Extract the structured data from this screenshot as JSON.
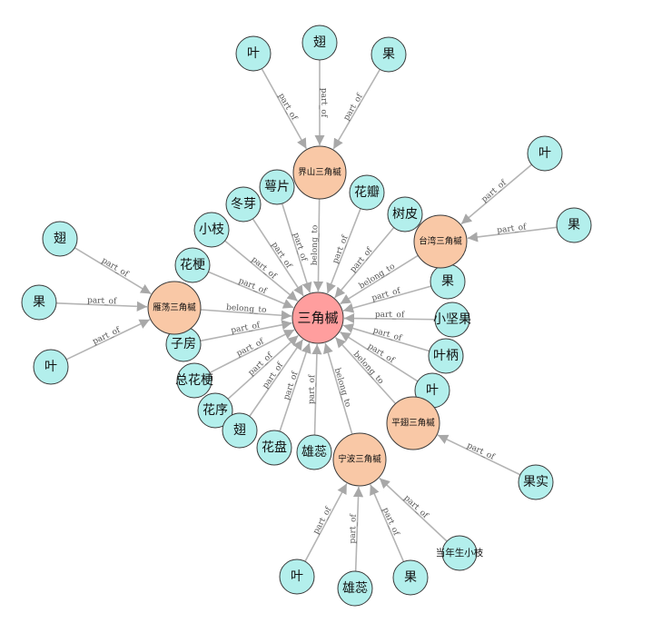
{
  "colors": {
    "center": "#ff9e9e",
    "category": "#f9c8a6",
    "part": "#b3efec"
  },
  "graph": {
    "center": {
      "id": "c",
      "label": "三角槭"
    },
    "categories": [
      {
        "id": "js",
        "label": "界山三角槭",
        "relation": "belong_to"
      },
      {
        "id": "tw",
        "label": "台湾三角槭",
        "relation": "belong_to"
      },
      {
        "id": "yd",
        "label": "雁荡三角槭",
        "relation": "belong_to"
      },
      {
        "id": "pc",
        "label": "平翅三角槭",
        "relation": "belong_to"
      },
      {
        "id": "nb",
        "label": "宁波三角槭",
        "relation": "belong_to"
      }
    ],
    "center_parts": [
      {
        "id": "e1",
        "label": "萼片",
        "relation": "part_of"
      },
      {
        "id": "h1",
        "label": "花瓣",
        "relation": "part_of"
      },
      {
        "id": "d1",
        "label": "冬芽",
        "relation": "part_of"
      },
      {
        "id": "s1",
        "label": "树皮",
        "relation": "part_of"
      },
      {
        "id": "xz",
        "label": "小枝",
        "relation": "part_of"
      },
      {
        "id": "hg",
        "label": "花梗",
        "relation": "part_of"
      },
      {
        "id": "g1",
        "label": "果",
        "relation": "part_of"
      },
      {
        "id": "xj",
        "label": "小坚果",
        "relation": "part_of"
      },
      {
        "id": "zf",
        "label": "子房",
        "relation": "part_of"
      },
      {
        "id": "yb",
        "label": "叶柄",
        "relation": "part_of"
      },
      {
        "id": "zh",
        "label": "总花梗",
        "relation": "part_of"
      },
      {
        "id": "y1",
        "label": "叶",
        "relation": "part_of"
      },
      {
        "id": "hx",
        "label": "花序",
        "relation": "part_of"
      },
      {
        "id": "c1",
        "label": "翅",
        "relation": "part_of"
      },
      {
        "id": "hp",
        "label": "花盘",
        "relation": "part_of"
      },
      {
        "id": "xr",
        "label": "雄蕊",
        "relation": "part_of"
      }
    ],
    "category_parts": [
      {
        "id": "js_y",
        "label": "叶",
        "target": "js",
        "relation": "part_of"
      },
      {
        "id": "js_c",
        "label": "翅",
        "target": "js",
        "relation": "part_of"
      },
      {
        "id": "js_g",
        "label": "果",
        "target": "js",
        "relation": "part_of"
      },
      {
        "id": "tw_y",
        "label": "叶",
        "target": "tw",
        "relation": "part_of"
      },
      {
        "id": "tw_g",
        "label": "果",
        "target": "tw",
        "relation": "part_of"
      },
      {
        "id": "yd_c",
        "label": "翅",
        "target": "yd",
        "relation": "part_of"
      },
      {
        "id": "yd_g",
        "label": "果",
        "target": "yd",
        "relation": "part_of"
      },
      {
        "id": "yd_y",
        "label": "叶",
        "target": "yd",
        "relation": "part_of"
      },
      {
        "id": "pc_s",
        "label": "果实",
        "target": "pc",
        "relation": "part_of"
      },
      {
        "id": "nb_y",
        "label": "叶",
        "target": "nb",
        "relation": "part_of"
      },
      {
        "id": "nb_x",
        "label": "雄蕊",
        "target": "nb",
        "relation": "part_of"
      },
      {
        "id": "nb_g",
        "label": "果",
        "target": "nb",
        "relation": "part_of"
      },
      {
        "id": "nb_d",
        "label": "当年生小枝",
        "target": "nb",
        "relation": "part_of"
      }
    ]
  }
}
